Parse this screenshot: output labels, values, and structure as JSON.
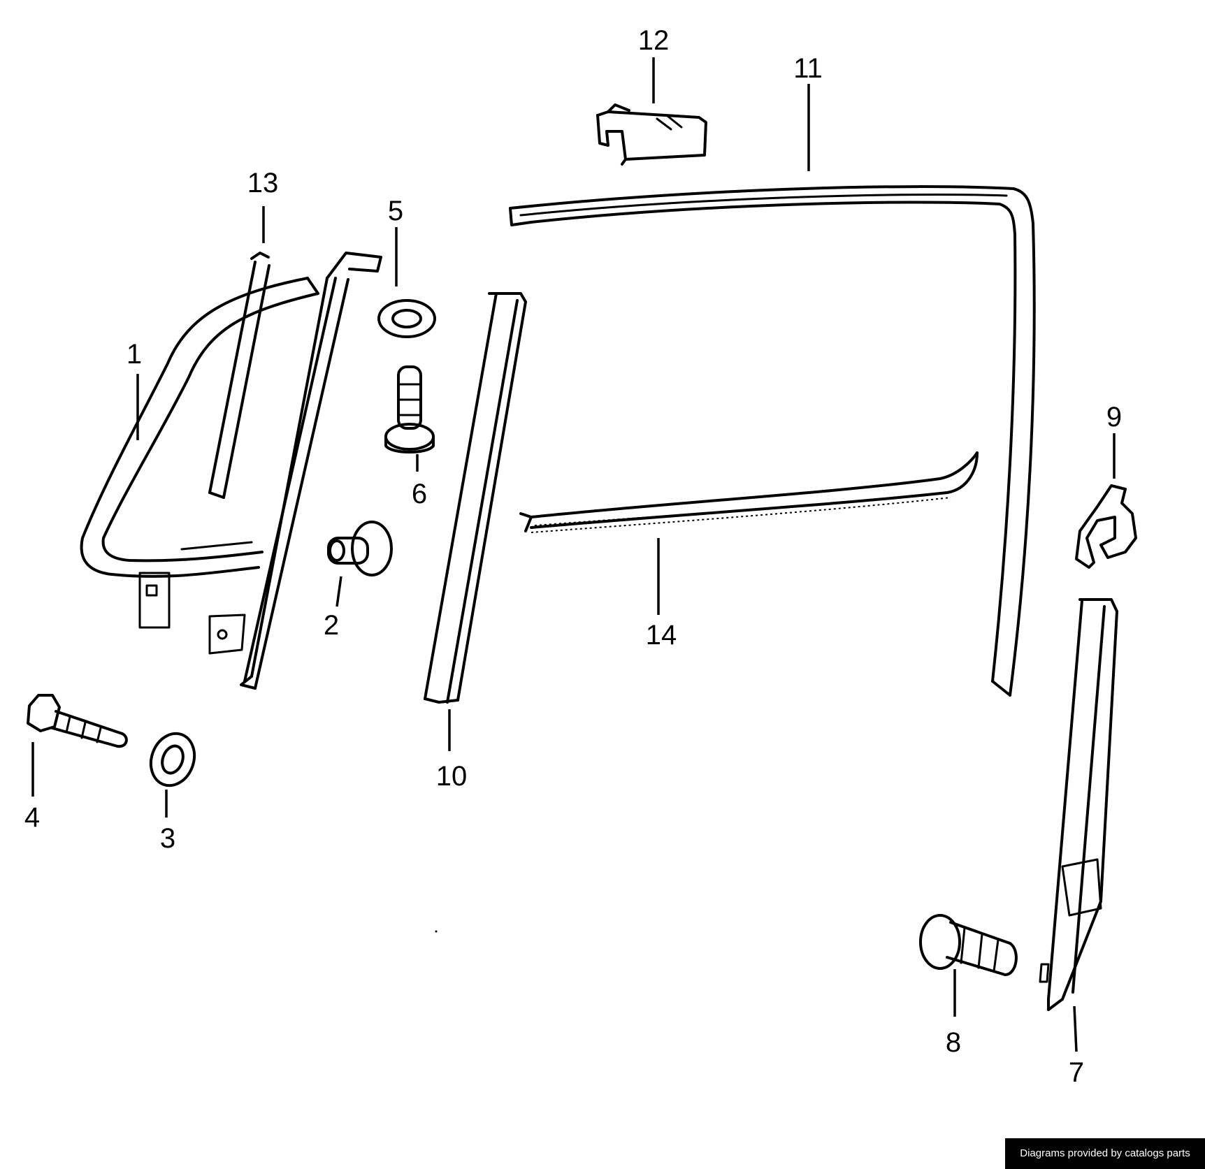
{
  "diagram": {
    "callouts": [
      "1",
      "2",
      "3",
      "4",
      "5",
      "6",
      "7",
      "8",
      "9",
      "10",
      "11",
      "12",
      "13",
      "14"
    ]
  },
  "footer": {
    "credit": "Diagrams provided by catalogs parts"
  },
  "colors": {
    "line": "#000000",
    "background": "#ffffff",
    "badge_background": "#000000",
    "badge_text": "#ffffff"
  }
}
